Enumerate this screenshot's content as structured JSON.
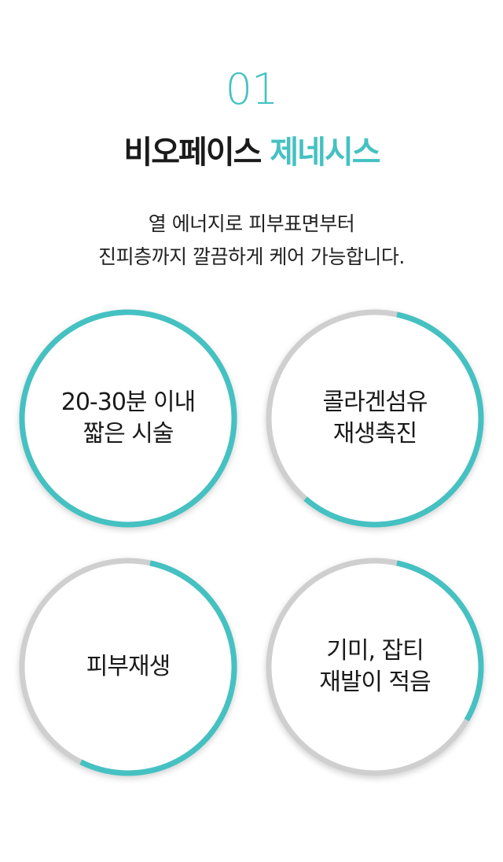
{
  "section": {
    "number": "01",
    "title_main": "비오페이스",
    "title_accent": "제네시스",
    "description": [
      "열 에너지로 피부표면부터",
      "진피층까지 깔끔하게 케어 가능합니다."
    ]
  },
  "colors": {
    "accent": "#45c1c2",
    "track": "#cfcfcf",
    "text": "#1a1a1a"
  },
  "features": [
    {
      "lines": [
        "20-30분 이내",
        "짧은 시술"
      ],
      "progress": 1.0
    },
    {
      "lines": [
        "콜라겐섬유",
        "재생촉진"
      ],
      "progress": 0.58
    },
    {
      "lines": [
        "피부재생"
      ],
      "progress": 0.54
    },
    {
      "lines": [
        "기미, 잡티",
        "재발이 적음"
      ],
      "progress": 0.3
    }
  ]
}
